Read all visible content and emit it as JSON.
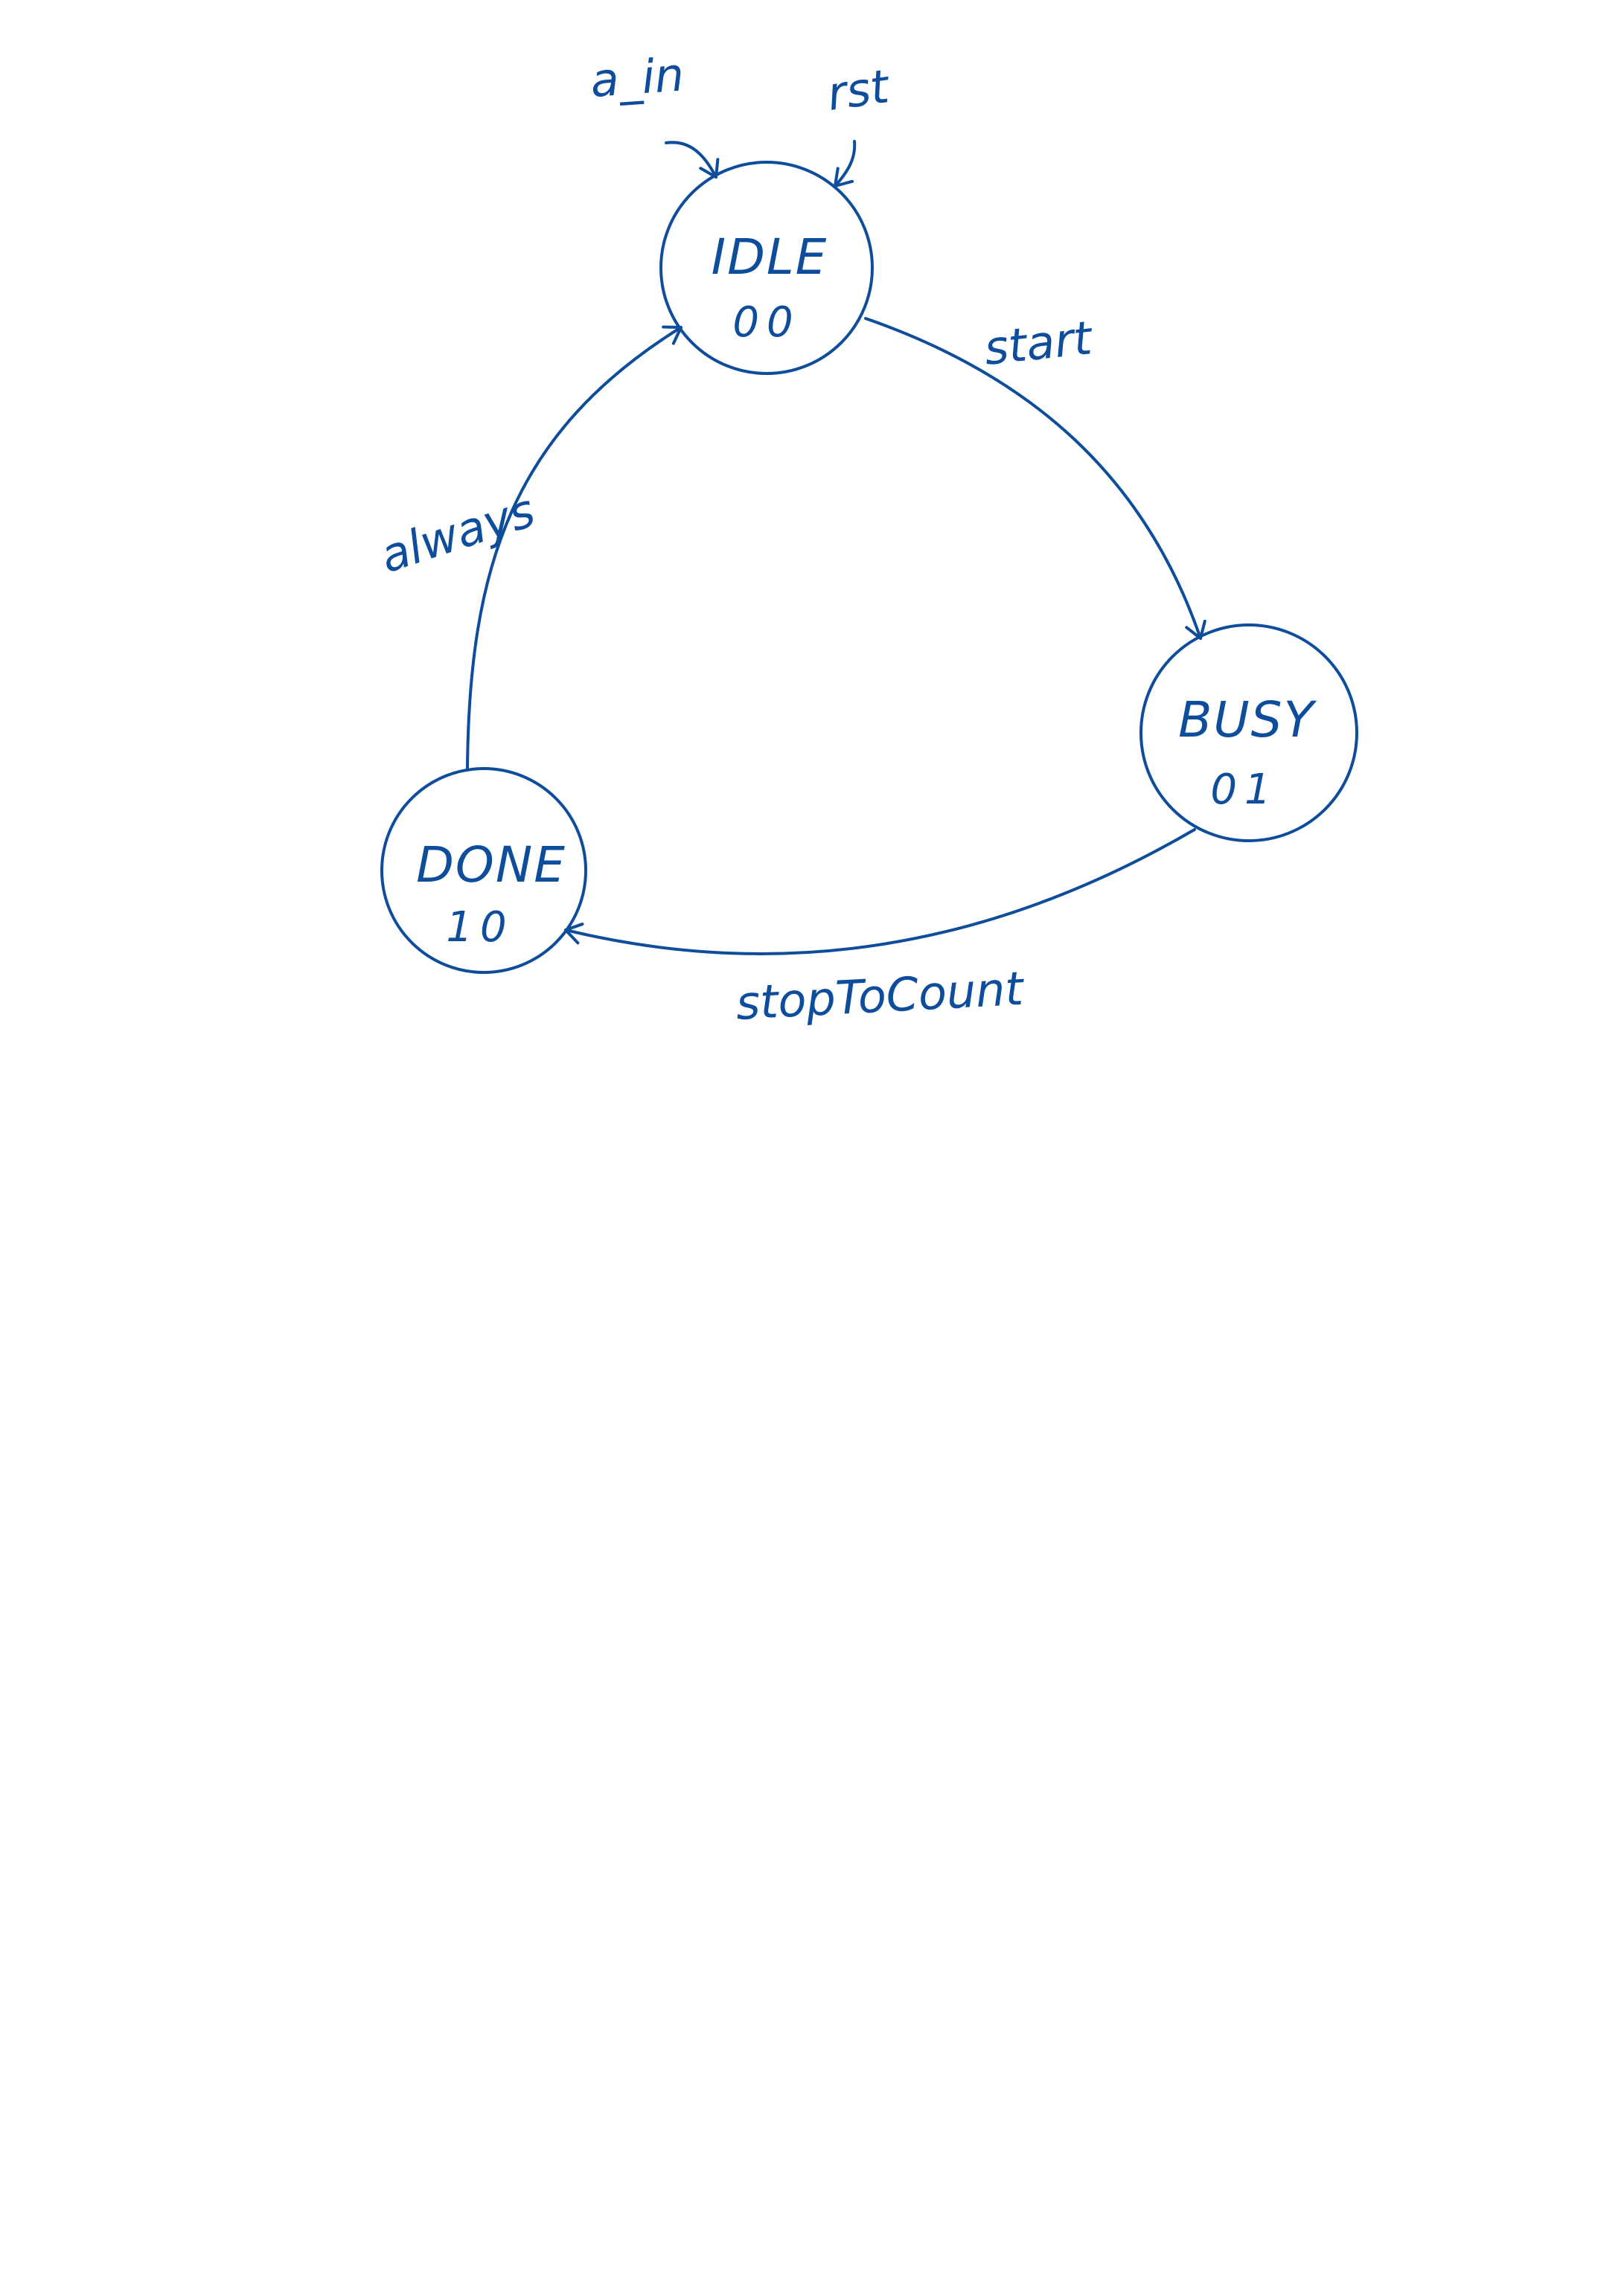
{
  "colors": {
    "ink": "#0d4d9b",
    "background": "#ffffff"
  },
  "states": {
    "idle": {
      "name": "IDLE",
      "code": "00"
    },
    "busy": {
      "name": "BUSY",
      "code": "01"
    },
    "done": {
      "name": "DONE",
      "code": "10"
    }
  },
  "inputs": {
    "a_in": "a_in",
    "rst": "rst"
  },
  "transitions": {
    "idle_to_busy": "start",
    "busy_to_done": "stopToCount",
    "done_to_idle": "always"
  }
}
